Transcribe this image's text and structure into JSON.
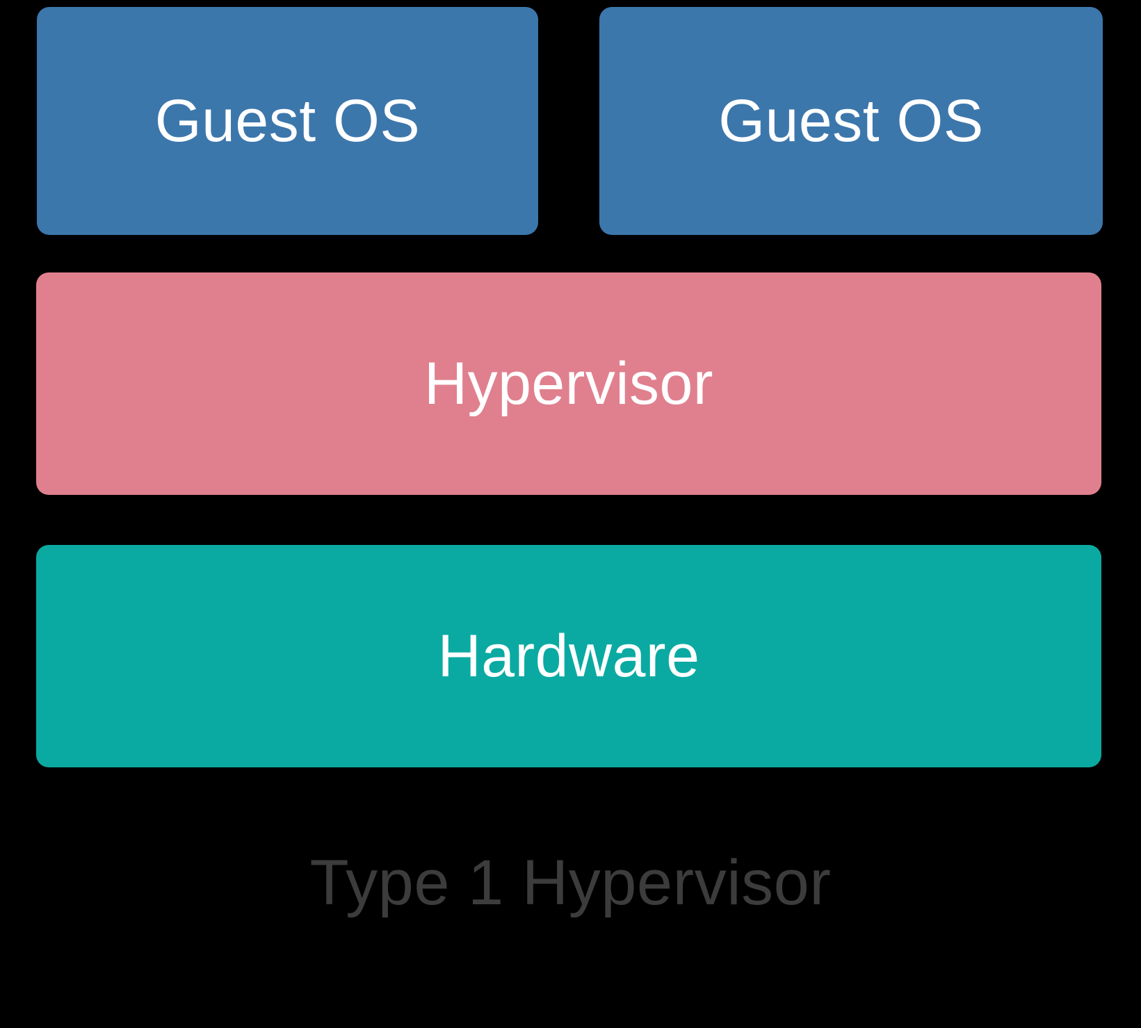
{
  "diagram": {
    "title": "Type 1 Hypervisor",
    "background_color": "#000000",
    "caption": {
      "text": "Type 1 Hypervisor",
      "color": "#3c3c3c"
    },
    "layers": [
      {
        "id": "guest-os-row",
        "kind": "row",
        "color": "#3c77ac",
        "boxes": [
          {
            "label": "Guest OS",
            "color": "#3c77ac"
          },
          {
            "label": "Guest OS",
            "color": "#3c77ac"
          }
        ]
      },
      {
        "id": "hypervisor",
        "kind": "band",
        "label": "Hypervisor",
        "color": "#e0808e"
      },
      {
        "id": "hardware",
        "kind": "band",
        "label": "Hardware",
        "color": "#0aaaa2"
      }
    ]
  },
  "chart_data": {
    "type": "diagram",
    "title": "Type 1 Hypervisor",
    "stack_order_top_to_bottom": [
      "Guest OS",
      "Guest OS",
      "Hypervisor",
      "Hardware"
    ],
    "nodes": [
      {
        "name": "Guest OS",
        "level": 0,
        "column": 0,
        "color": "#3c77ac"
      },
      {
        "name": "Guest OS",
        "level": 0,
        "column": 1,
        "color": "#3c77ac"
      },
      {
        "name": "Hypervisor",
        "level": 1,
        "column": null,
        "color": "#e0808e"
      },
      {
        "name": "Hardware",
        "level": 2,
        "column": null,
        "color": "#0aaaa2"
      }
    ]
  }
}
